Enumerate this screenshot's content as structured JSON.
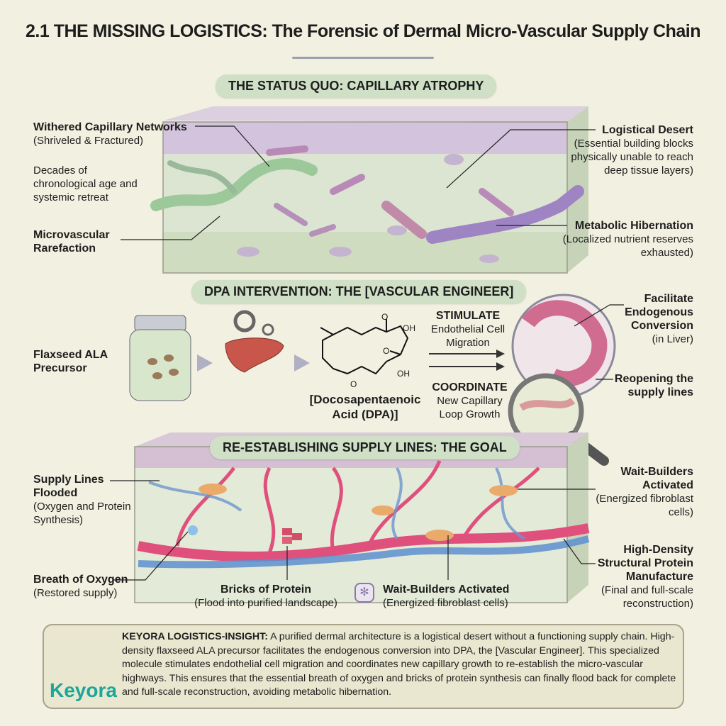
{
  "title": "2.1 THE MISSING LOGISTICS: The Forensic of Dermal Micro-Vascular Supply Chain",
  "sections": {
    "status_quo": "THE STATUS QUO: CAPILLARY ATROPHY",
    "intervention": "DPA INTERVENTION: THE [VASCULAR ENGINEER]",
    "goal": "RE-ESTABLISHING SUPPLY LINES: THE GOAL"
  },
  "top_labels": {
    "withered_title": "Withered Capillary Networks",
    "withered_sub": "(Shriveled & Fractured)",
    "decades": "Decades of chronological age and systemic retreat",
    "rarefaction": "Microvascular Rarefaction",
    "desert_title": "Logistical Desert",
    "desert_sub": "(Essential building blocks physically unable to reach deep tissue layers)",
    "hibernation_title": "Metabolic Hibernation",
    "hibernation_sub": "(Localized nutrient reserves exhausted)"
  },
  "middle_labels": {
    "flaxseed": "Flaxseed ALA Precursor",
    "molecule_name": "[Docosapentaenoic Acid (DPA)]",
    "oh": "OH",
    "o": "O",
    "stimulate_title": "STIMULATE",
    "stimulate_sub": "Endothelial Cell Migration",
    "coordinate_title": "COORDINATE",
    "coordinate_sub": "New Capillary Loop Growth",
    "facilitate_title": "Facilitate Endogenous Conversion",
    "facilitate_sub": "(in Liver)",
    "reopening": "Reopening the supply lines"
  },
  "bottom_labels": {
    "flooded_title": "Supply Lines Flooded",
    "flooded_sub": "(Oxygen and Protein Synthesis)",
    "oxygen_title": "Breath of Oxygen",
    "oxygen_sub": "(Restored supply)",
    "bricks_title": "Bricks of Protein",
    "bricks_sub": "(Flood into purified landscape)",
    "builders_title": "Wait-Builders Activated",
    "builders_sub": "(Energized fibroblast cells)",
    "builders_right_title": "Wait-Builders Activated",
    "builders_right_sub": "(Energized fibroblast cells)",
    "density_title": "High-Density Structural Protein Manufacture",
    "density_sub": "(Final and full-scale reconstruction)"
  },
  "insight": {
    "heading": "KEYORA LOGISTICS-INSIGHT:",
    "body": " A purified dermal architecture is a logistical desert without a functioning supply chain. High-density flaxseed ALA precursor facilitates the endogenous conversion into DPA, the [Vascular Engineer]. This specialized molecule stimulates endothelial cell migration and coordinates new capillary growth to re-establish the micro-vascular highways. This ensures that the essential breath of oxygen and bricks of protein synthesis can finally flood back for complete and full-scale reconstruction, avoiding metabolic hibernation.",
    "logo": "Keyora"
  },
  "colors": {
    "background": "#f2f1e1",
    "pill": "#cfe0c6",
    "artery": "#e0507c",
    "vein": "#5d8fd0",
    "atrophy": "#b98ab8",
    "logo": "#1aa69b"
  }
}
